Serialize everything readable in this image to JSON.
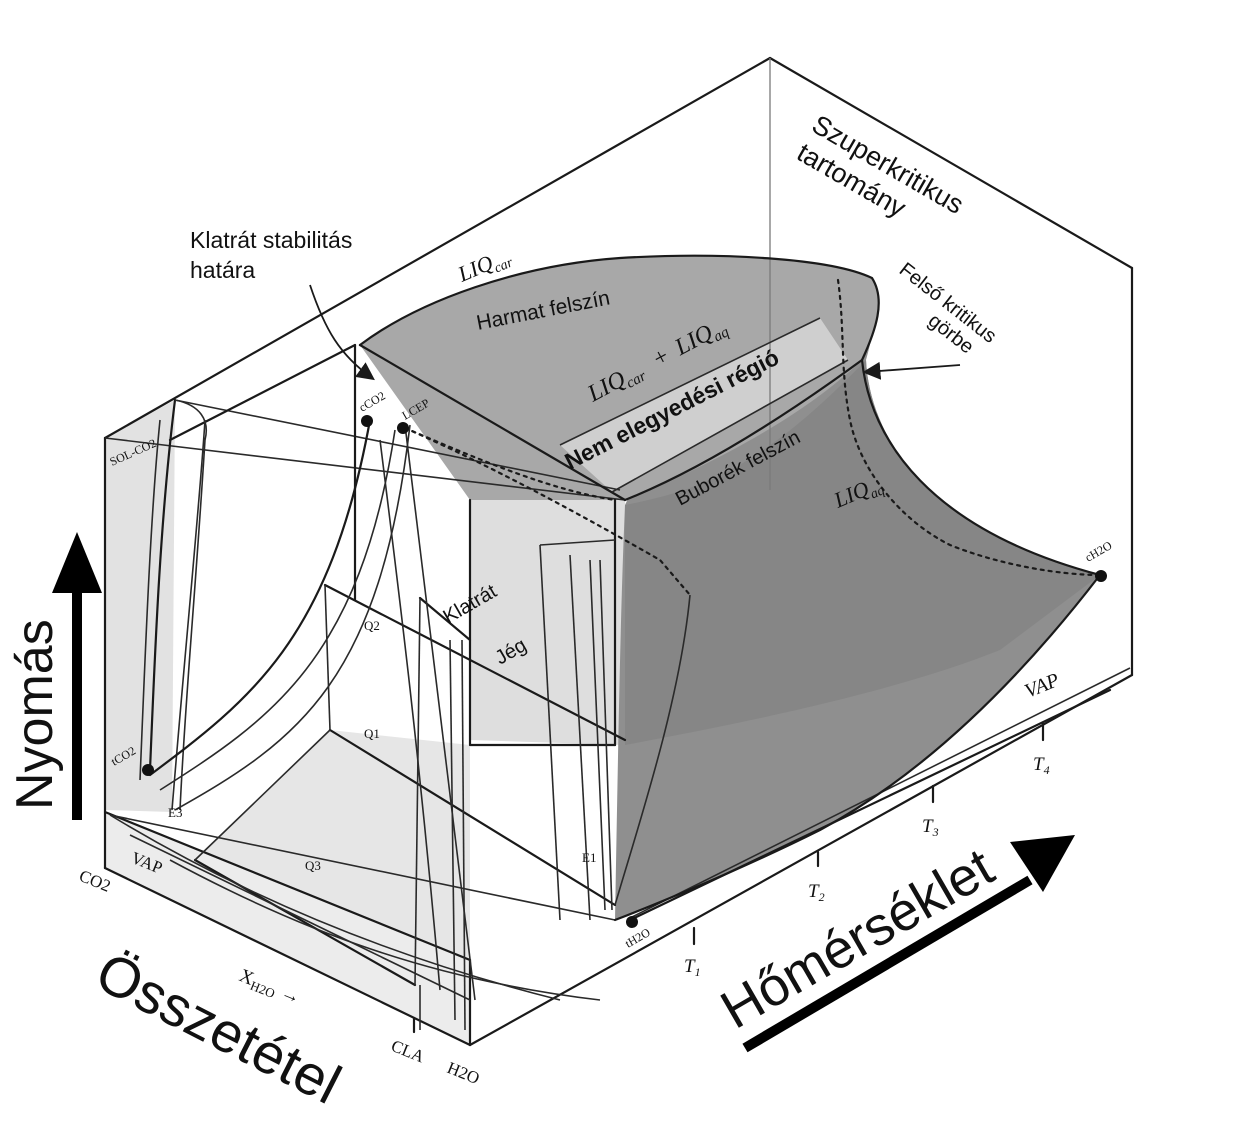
{
  "axes": {
    "pressure": "Nyomás",
    "composition": "Összetétel",
    "temperature": "Hőmérséklet",
    "x_h2o_main": "X",
    "x_h2o_sub": "H2O",
    "x_h2o_arrow": "→",
    "co2_end": "CO2",
    "h2o_end": "H2O",
    "cla": "CLA"
  },
  "temperature_ticks": [
    {
      "main": "T",
      "sub": "1"
    },
    {
      "main": "T",
      "sub": "2"
    },
    {
      "main": "T",
      "sub": "3"
    },
    {
      "main": "T",
      "sub": "4"
    }
  ],
  "regions": {
    "supercritical_line1": "Szuperkritikus",
    "supercritical_line2": "tartomány",
    "upper_critical_line1": "Felső kritikus",
    "upper_critical_line2": "görbe",
    "clathrate_limit_line1": "Klatrát stabilitás",
    "clathrate_limit_line2": "határa",
    "dew_surface": "Harmat felszín",
    "immiscibility": "Nem elegyedési régió",
    "bubble_surface": "Buborék felszín",
    "clathrate": "Klatrát",
    "ice": "Jég"
  },
  "phases": {
    "liq_car_main": "LIQ",
    "liq_car_sub": "car",
    "liq_mix_a_main": "LIQ",
    "liq_mix_a_sub": "car",
    "liq_mix_plus": "+",
    "liq_mix_b_main": "LIQ",
    "liq_mix_b_sub": "aq",
    "liq_aq_main": "LIQ",
    "liq_aq_sub": "aq",
    "vap_front": "VAP",
    "vap_right": "VAP",
    "sol_co2": "SOL-CO2"
  },
  "points": {
    "c_co2": "cCO2",
    "lcep": "LCEP",
    "t_co2": "tCO2",
    "t_h2o": "tH2O",
    "c_h2o": "cH2O",
    "e3": "E3",
    "e1": "E1",
    "q2": "Q2",
    "q1": "Q1",
    "q3": "Q3"
  },
  "colors": {
    "surface_gray": "#8f8f8f",
    "light_gray": "#d6d6d6",
    "band_gray": "#c8c8c8",
    "line": "#1a1a1a"
  }
}
